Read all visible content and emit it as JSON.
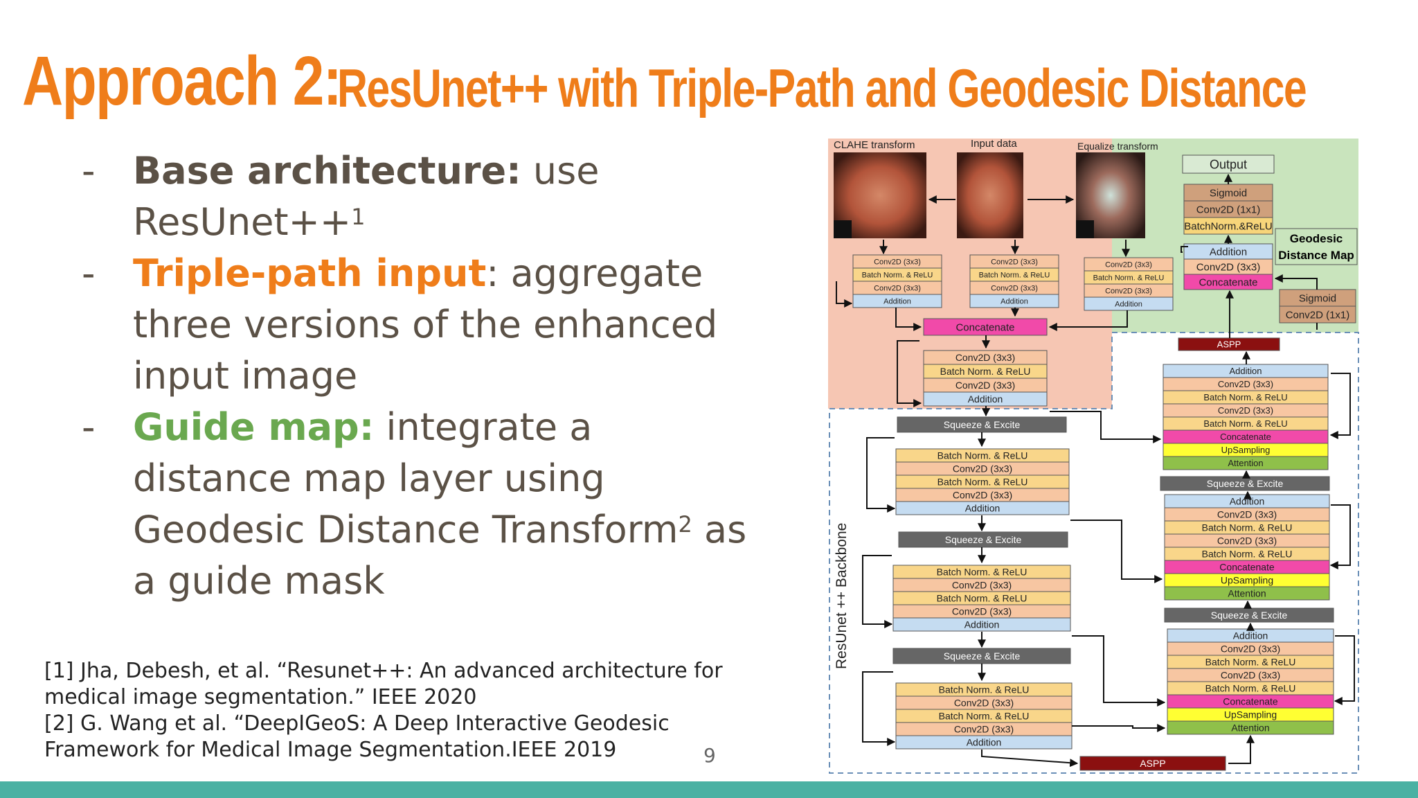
{
  "title": {
    "part1": "Approach 2:",
    "part2": "ResUnet++ with Triple-Path and Geodesic Distance"
  },
  "bullets": [
    {
      "dash": "-",
      "label": "Base architecture:",
      "text": " use ResUnet++",
      "sup": "1"
    },
    {
      "dash": "-",
      "label": "Triple-path input",
      "text": ": aggregate three versions of the enhanced input image"
    },
    {
      "dash": "-",
      "label": "Guide map:",
      "text": "  integrate a distance map layer using Geodesic Distance Transform",
      "sup": "2",
      "text2": " as a guide mask"
    }
  ],
  "references": [
    "[1] Jha, Debesh, et al.  “Resunet++: An advanced architecture for medical image segmentation.” IEEE 2020",
    "[2] G. Wang et al. “DeepIGeoS: A Deep Interactive Geodesic Framework for Medical Image Segmentation.IEEE 2019"
  ],
  "page_number": "9",
  "colors": {
    "accent_orange": "#ef7d1a",
    "accent_green": "#6aa84f",
    "bar_teal": "#4ab1a3"
  },
  "diagram": {
    "input_labels": [
      "CLAHE transform",
      "Input data",
      "Equalize transform"
    ],
    "input_block": [
      "Conv2D (3x3)",
      "Batch Norm. & ReLU",
      "Conv2D (3x3)",
      "Addition"
    ],
    "concatenate": "Concatenate",
    "stem_block": [
      "Conv2D (3x3)",
      "Batch Norm. & ReLU",
      "Conv2D (3x3)",
      "Addition"
    ],
    "squeeze": "Squeeze & Excite",
    "encoder_block": [
      "Batch Norm. & ReLU",
      "Conv2D (3x3)",
      "Batch Norm. & ReLU",
      "Conv2D (3x3)",
      "Addition"
    ],
    "aspp": "ASPP",
    "decoder_block": [
      "Addition",
      "Conv2D (3x3)",
      "Batch Norm. & ReLU",
      "Conv2D (3x3)",
      "Batch Norm. & ReLU",
      "Concatenate",
      "UpSampling",
      "Attention"
    ],
    "output": "Output",
    "output_stack": [
      "Sigmoid",
      "Conv2D (1x1)",
      "BatchNorm.&ReLU"
    ],
    "geo_stack": [
      "Addition",
      "Conv2D (3x3)",
      "Concatenate"
    ],
    "geodesic_label": [
      "Geodesic",
      "Distance Map"
    ],
    "geo_head": [
      "Sigmoid",
      "Conv2D (1x1)"
    ],
    "backbone_label": "ResUnet ++ Backbone"
  }
}
